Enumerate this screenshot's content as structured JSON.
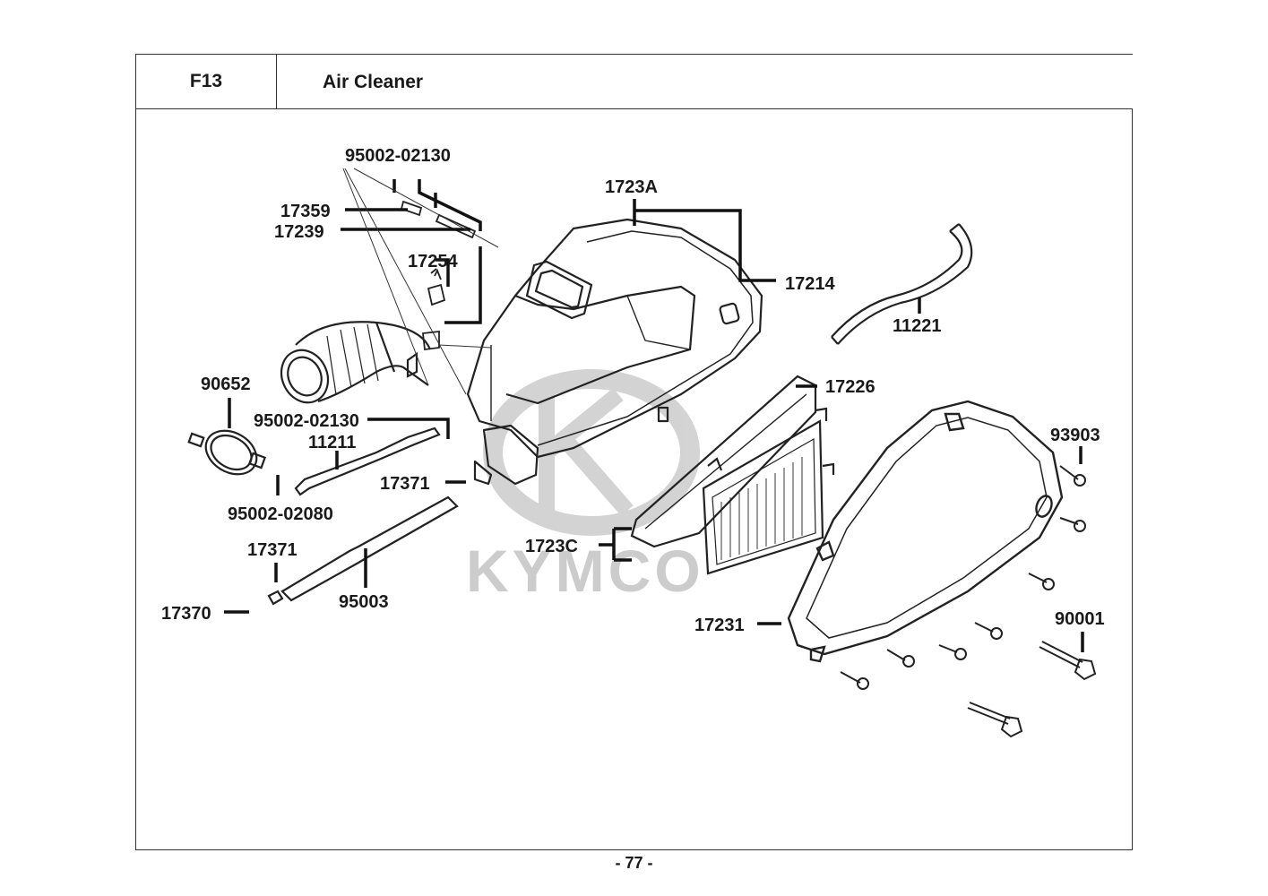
{
  "header": {
    "code": "F13",
    "title": "Air Cleaner"
  },
  "watermark": {
    "brand": "KYMCO",
    "color": "#c8c8c8"
  },
  "callouts": {
    "c95002_02130_top": "95002-02130",
    "c17359": "17359",
    "c17239": "17239",
    "c17254": "17254",
    "c1723A": "1723A",
    "c17214": "17214",
    "c11221": "11221",
    "c90652": "90652",
    "c95002_02130_mid": "95002-02130",
    "c11211": "11211",
    "c95002_02080": "95002-02080",
    "c17371_a": "17371",
    "c17226": "17226",
    "c93903": "93903",
    "c17371_b": "17371",
    "c1723C": "1723C",
    "c95003": "95003",
    "c17370": "17370",
    "c17231": "17231",
    "c90001": "90001"
  },
  "footer": {
    "page": "- 77 -"
  }
}
